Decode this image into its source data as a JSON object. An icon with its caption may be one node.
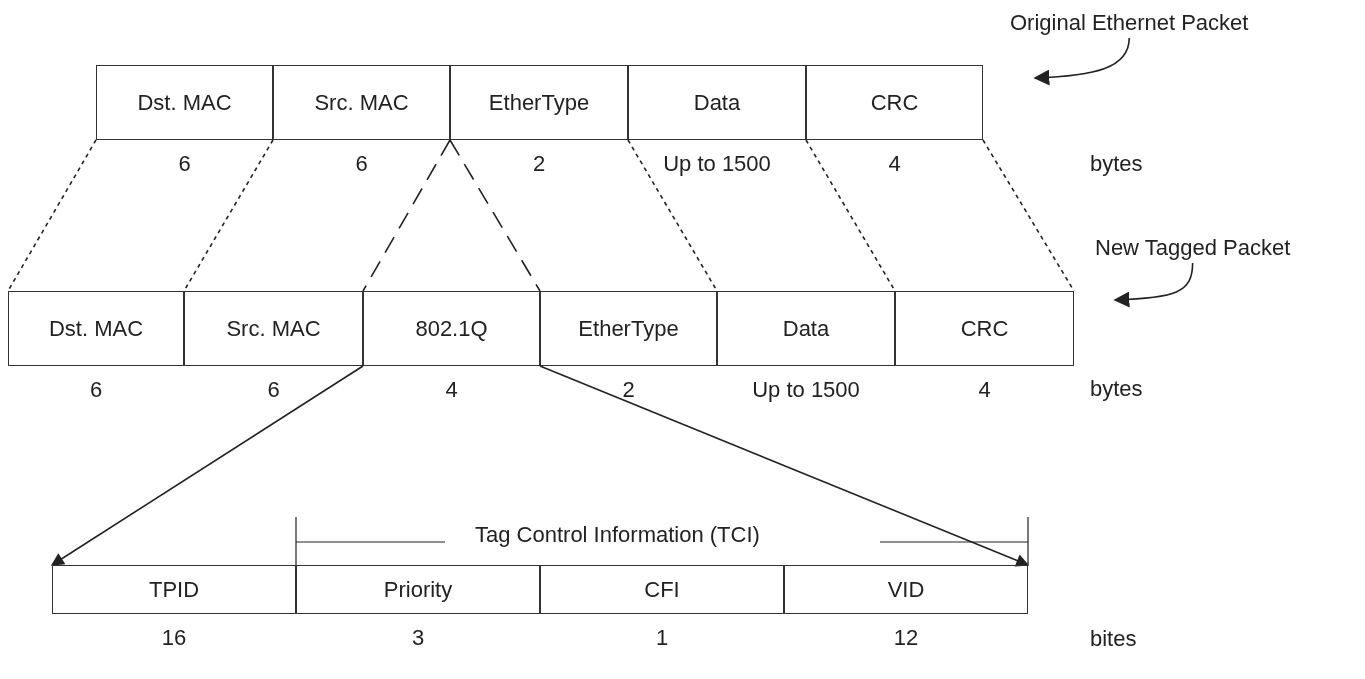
{
  "diagram": {
    "nodes": [
      {
        "text": [
          "Dst. MAC"
        ],
        "beside": [
          "6"
        ]
      },
      {
        "text": [
          "Src. MAC"
        ],
        "beside": [
          "6"
        ]
      },
      {
        "text": [
          "EtherType"
        ],
        "beside": [
          "2"
        ]
      },
      {
        "text": [
          "Data"
        ],
        "beside": [
          "Up to 1500"
        ]
      },
      {
        "text": [
          "CRC"
        ],
        "beside": [
          "4"
        ]
      },
      {
        "text": [
          "Dst. MAC"
        ],
        "beside": [
          "6"
        ]
      },
      {
        "text": [
          "Src. MAC"
        ],
        "beside": [
          "6"
        ]
      },
      {
        "text": [
          "802.1Q"
        ],
        "beside": [
          "4"
        ]
      },
      {
        "text": [
          "EtherType"
        ],
        "beside": [
          "2"
        ]
      },
      {
        "text": [
          "Data"
        ],
        "beside": [
          "Up to 1500"
        ]
      },
      {
        "text": [
          "CRC"
        ],
        "beside": [
          "4"
        ]
      },
      {
        "text": [
          "TPID"
        ],
        "beside": [
          "16"
        ]
      },
      {
        "text": [
          "Priority"
        ],
        "beside": [
          "3"
        ]
      },
      {
        "text": [
          "CFI"
        ],
        "beside": [
          "1"
        ]
      },
      {
        "text": [
          "VID"
        ],
        "beside": [
          "12"
        ]
      },
      {
        "text": [
          "Original Ethernet Packet"
        ]
      },
      {
        "text": [
          "New Tagged Packet"
        ]
      }
    ],
    "edges": [
      {
        "from": 0,
        "to": 5,
        "arrow": "none",
        "style": "dashed"
      },
      {
        "from": 1,
        "to": 6,
        "arrow": "none",
        "style": "dashed"
      },
      {
        "from": 2,
        "to": 7,
        "arrow": "none",
        "style": "dashed"
      },
      {
        "from": 2,
        "to": 7,
        "arrow": "none",
        "style": "dashed"
      },
      {
        "from": 3,
        "to": 9,
        "arrow": "none",
        "style": "dashed"
      },
      {
        "from": 4,
        "to": 10,
        "arrow": "none",
        "style": "dashed"
      },
      {
        "from": 4,
        "to": 10,
        "arrow": "none",
        "style": "dashed"
      },
      {
        "from": 7,
        "to": 11,
        "arrow": "to"
      },
      {
        "from": 7,
        "to": 14,
        "arrow": "to"
      },
      {
        "from": 15,
        "to": null,
        "arrow": "to"
      },
      {
        "from": 16,
        "to": null,
        "arrow": "to"
      }
    ],
    "labels": [
      "bytes",
      "bytes",
      "Tag Control Information (TCI)",
      "bites"
    ]
  }
}
